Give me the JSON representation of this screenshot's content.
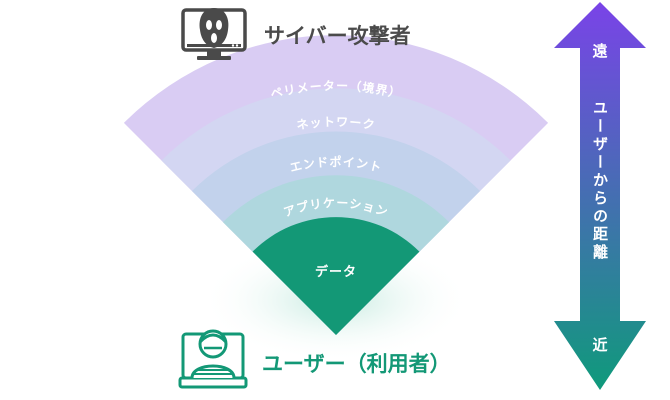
{
  "attacker": {
    "label": "サイバー攻撃者",
    "icon": "hacker-mask-monitor-icon"
  },
  "user": {
    "label": "ユーザー（利用者）",
    "icon": "user-monitor-icon"
  },
  "layers": [
    {
      "label": "ペリメーター（境界）",
      "color": "#d9ccf3"
    },
    {
      "label": "ネットワーク",
      "color": "#d3d6f2"
    },
    {
      "label": "エンドポイント",
      "color": "#c2d2ec"
    },
    {
      "label": "アプリケーション",
      "color": "#afd7de"
    },
    {
      "label": "データ",
      "color": "#139876"
    }
  ],
  "distance_scale": {
    "far_label": "遠",
    "near_label": "近",
    "axis_label": "ユーザーからの距離",
    "gradient_top": "#7a43e8",
    "gradient_bottom": "#0f9a7b"
  },
  "colors": {
    "title_text": "#4b4b4b",
    "user_text": "#139876",
    "icon_gray": "#4a4a4a",
    "icon_green": "#139876"
  }
}
